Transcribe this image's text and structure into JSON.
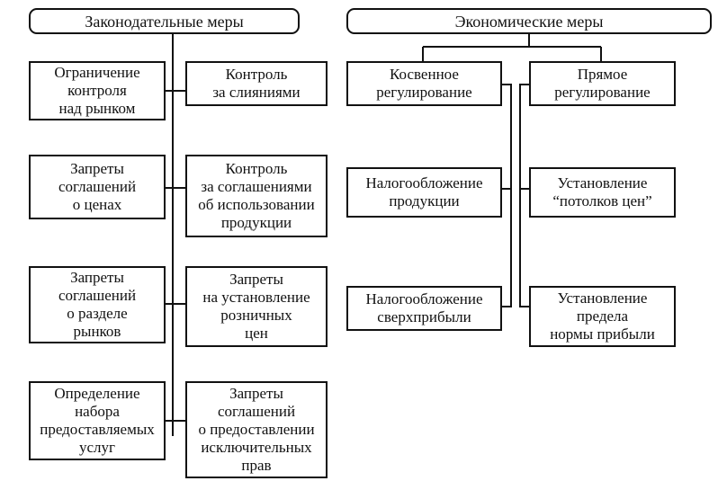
{
  "headers": {
    "legislative": "Законодательные меры",
    "economic": "Экономические меры"
  },
  "legislative_left": [
    "Ограничение\nконтроля\nнад рынком",
    "Запреты\nсоглашений\nо ценах",
    "Запреты\nсоглашений\nо разделе\nрынков",
    "Определение\nнабора\nпредоставляемых\nуслуг"
  ],
  "legislative_right": [
    "Контроль\nза слияниями",
    "Контроль\nза соглашениями\nоб использовании\nпродукции",
    "Запреты\nна установление\nрозничных\nцен",
    "Запреты\nсоглашений\nо предоставлении\nисключительных\nправ"
  ],
  "economic_groups": {
    "indirect": "Косвенное\nрегулирование",
    "direct": "Прямое\nрегулирование"
  },
  "indirect_items": [
    "Налогообложение\nпродукции",
    "Налогообложение\nсверхприбыли"
  ],
  "direct_items": [
    "Установление\n“потолков цен”",
    "Установление\nпредела\nнормы прибыли"
  ]
}
